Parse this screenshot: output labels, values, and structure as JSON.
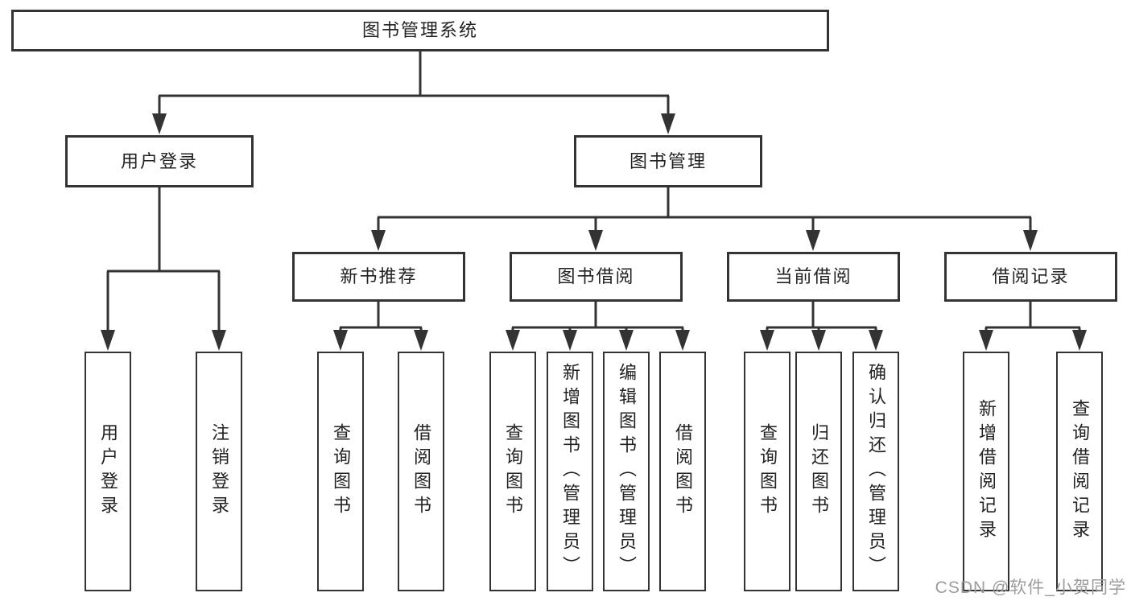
{
  "colors": {
    "line": "#333333",
    "box_border": "#333333",
    "text": "#222222",
    "watermark": "#9c9c9c",
    "background": "#ffffff"
  },
  "watermark": "CSDN @软件_小贺同学",
  "diagram": {
    "root": "图书管理系统",
    "login": {
      "label": "用户登录",
      "children": [
        "用户登录",
        "注销登录"
      ]
    },
    "management": {
      "label": "图书管理",
      "modules": [
        {
          "label": "新书推荐",
          "children": [
            "查询图书",
            "借阅图书"
          ]
        },
        {
          "label": "图书借阅",
          "children": [
            "查询图书",
            "新增图书（管理员）",
            "编辑图书（管理员）",
            "借阅图书"
          ]
        },
        {
          "label": "当前借阅",
          "children": [
            "查询图书",
            "归还图书",
            "确认归还（管理员）"
          ]
        },
        {
          "label": "借阅记录",
          "children": [
            "新增借阅记录",
            "查询借阅记录"
          ]
        }
      ]
    }
  }
}
